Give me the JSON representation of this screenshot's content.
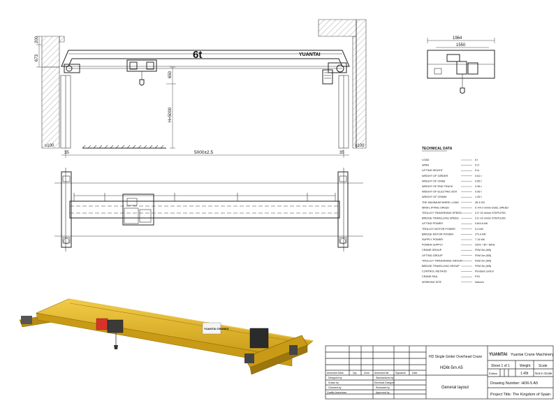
{
  "front_view": {
    "capacity": "6t",
    "dims": {
      "d200": "200",
      "d673": "673",
      "d650": "650",
      "lifting_height": "H=5000",
      "clear_left": "≥100",
      "clear_right": "≥100",
      "d35_left": "35",
      "d35_right": "35",
      "span": "5000±2.5"
    }
  },
  "end_view": {
    "d1964": "1964",
    "d1550": "1550"
  },
  "tech_data": {
    "title": "TECHNICAL DATA",
    "rows": [
      {
        "label": "LOAD",
        "value": "6 t"
      },
      {
        "label": "SPAN",
        "value": "5 m"
      },
      {
        "label": "LIFTING HEIGHT",
        "value": "5 m"
      },
      {
        "label": "WEIGHT OF GIRDER",
        "value": "0.61 t"
      },
      {
        "label": "WEIGHT OF CRAB",
        "value": "0.65 t"
      },
      {
        "label": "WEIGHT OF END TRUCK",
        "value": "0.36 t"
      },
      {
        "label": "WEIGHT OF ELECTRIC BOX",
        "value": "0.06 t"
      },
      {
        "label": "WEIGHT OF CRANE",
        "value": "1.49 t"
      },
      {
        "label": "THE MAXIMUM WHEEL LOAD",
        "value": "35.3 KN"
      },
      {
        "label": "MAIN LIFTING SPEED",
        "value": "0.7/4.0 m/min DUEL SPEED"
      },
      {
        "label": "TROLLEY TRAVERSING SPEED",
        "value": "2.0~20 m/min STEPLESS"
      },
      {
        "label": "BRIDGE TRAVELLING SPEED",
        "value": "2.0~20 m/min STEPLESS"
      },
      {
        "label": "LIFTING POWER",
        "value": "0.8/4.8 kW"
      },
      {
        "label": "TROLLEY MOTOR POWER",
        "value": "0.4 kW"
      },
      {
        "label": "BRIDGE MOTOR POWER",
        "value": "2*0.4 kW"
      },
      {
        "label": "SUPPLY POWER",
        "value": "7.14 kW"
      },
      {
        "label": "POWER SUPPLY",
        "value": "220V / 3P / 60Hz"
      },
      {
        "label": "CRANE GROUP",
        "value": "FEM 2m (M5)"
      },
      {
        "label": "LIFTING GROUP",
        "value": "FEM 2m (M5)"
      },
      {
        "label": "TROLLEY TRAVERSING GROUP",
        "value": "FEM 2m (M5)"
      },
      {
        "label": "BRIDGE TRAVELLING GROUP",
        "value": "FEM 2m (M5)"
      },
      {
        "label": "CONTROL METHOD",
        "value": "Pendant control"
      },
      {
        "label": "CRANE RAIL",
        "value": "P15"
      },
      {
        "label": "WORKING SITE",
        "value": "Indoors"
      }
    ]
  },
  "title_block": {
    "logo": "YUANTAI",
    "company": "Yuantai Crane Machinery",
    "product_name": "HD Single Girder Overhead Crane",
    "model": "HD6t-5m A5",
    "sheet": "Sheet 1 of 1",
    "weight_label": "Weight",
    "scale_label": "Scale",
    "edition_label": "Edition",
    "weight_value": "1.49t",
    "scale_value": "Not in Scale",
    "doc_type": "General layout",
    "drawing_number": "Drawing Number: HD6-5 A5",
    "project_title": "Project Title: The Kingdom of Spain",
    "rev_headers": [
      "Amended Mark",
      "Qty",
      "Zone",
      "Amended file",
      "Signature",
      "Date"
    ],
    "roles_left": [
      "Designed by",
      "Drawn by",
      "Checked by",
      "Quality Assurance"
    ],
    "roles_right": [
      "Standardized by",
      "Electrical Designer",
      "Reviewed by",
      "Approved by"
    ]
  },
  "render": {
    "crane_label": "YUANTAI CRANES"
  },
  "colors": {
    "crane_yellow": "#e6b82a",
    "crane_shade": "#b98d12",
    "hoist_red": "#d8332b"
  }
}
